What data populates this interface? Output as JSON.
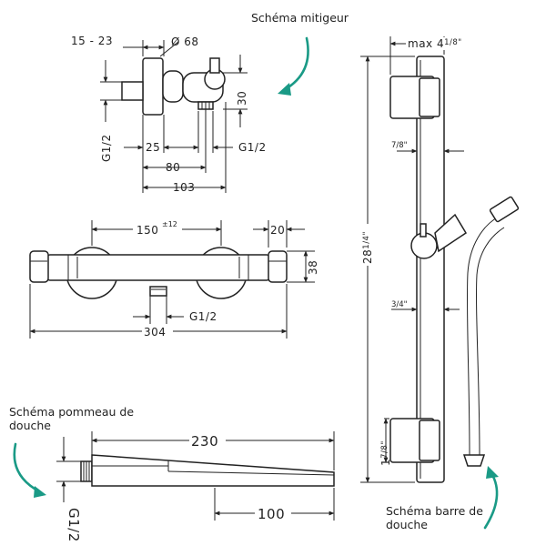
{
  "captions": {
    "mixer": "Schéma mitigeur",
    "handshower_line1": "Schéma pommeau de",
    "handshower_line2": "douche",
    "bar_line1": "Schéma barre de",
    "bar_line2": "douche"
  },
  "mixer_side": {
    "dim_offset": "15 - 23",
    "dim_diameter": "Ø 68",
    "dim_height": "30",
    "dim_thread_left": "G1/2",
    "dim_25": "25",
    "dim_thread_right": "G1/2",
    "dim_80": "80",
    "dim_103": "103"
  },
  "mixer_front": {
    "dim_150": "150",
    "dim_150_tol": "±12",
    "dim_20": "20",
    "dim_38": "38",
    "dim_thread": "G1/2",
    "dim_304": "304"
  },
  "handshower": {
    "dim_230": "230",
    "dim_100": "100",
    "dim_thread": "G1/2"
  },
  "bar": {
    "dim_width": "max 4",
    "dim_width_frac": "1/8\"",
    "dim_7_8": "7/8\"",
    "dim_total": "28",
    "dim_total_frac": "1/4\"",
    "dim_3_4": "3/4\"",
    "dim_bottom": "1",
    "dim_bottom_frac": "7/8\""
  },
  "colors": {
    "line": "#222222",
    "arrow_accent": "#1a9a86"
  }
}
